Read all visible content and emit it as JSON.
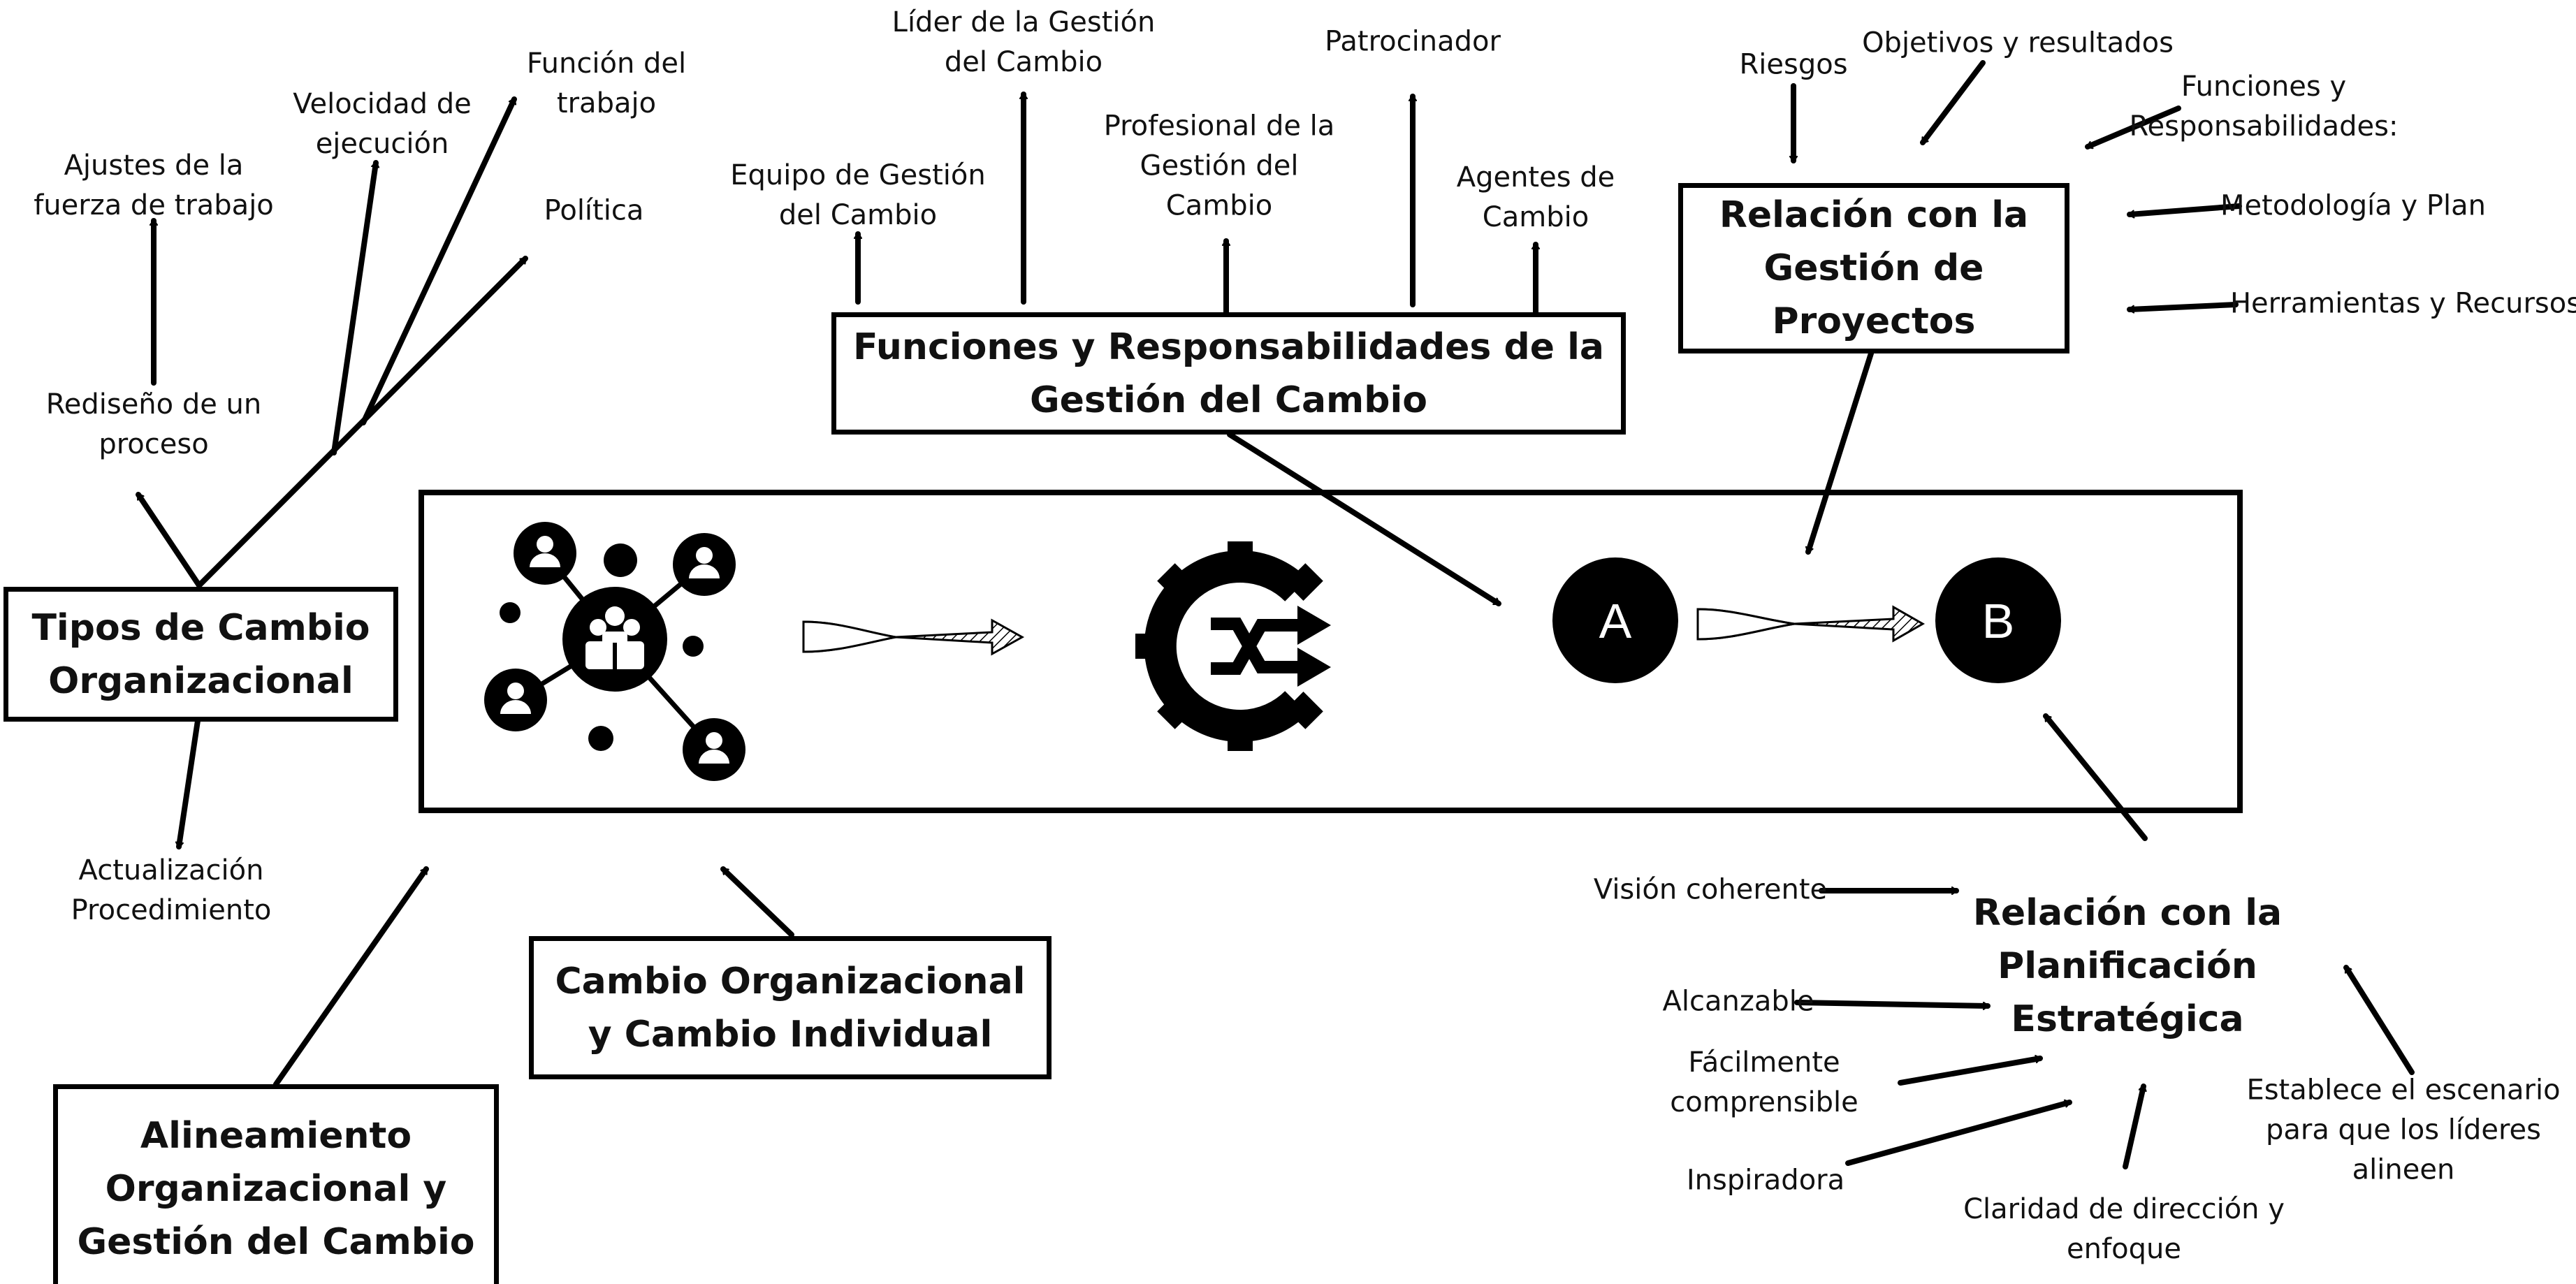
{
  "boxes": {
    "tipos": "Tipos de Cambio\nOrganizacional",
    "funciones": "Funciones y Responsabilidades de la\nGestión del Cambio",
    "proyectos": "Relación con la\nGestión de\nProyectos",
    "individual": "Cambio Organizacional\ny Cambio Individual",
    "alineamiento": "Alineamiento\nOrganizacional y\nGestión del Cambio",
    "planificacion": "Relación con la\nPlanificación\nEstratégica"
  },
  "labels": {
    "ajustes": "Ajustes de la\nfuerza de trabajo",
    "velocidad": "Velocidad de\nejecución",
    "funcion_trabajo": "Función del\ntrabajo",
    "politica": "Política",
    "rediseno": "Rediseño de un\nproceso",
    "actualizacion": "Actualización\nProcedimiento",
    "lider": "Líder de la Gestión\ndel Cambio",
    "equipo": "Equipo de Gestión\ndel Cambio",
    "profesional": "Profesional de la\nGestión del\nCambio",
    "patrocinador": "Patrocinador",
    "agentes": "Agentes de\nCambio",
    "riesgos": "Riesgos",
    "objetivos": "Objetivos y resultados",
    "funciones_resp": "Funciones y\nResponsabilidades:",
    "metodologia": "Metodología y Plan",
    "herramientas": "Herramientas y Recursos",
    "vision": "Visión coherente",
    "alcanzable": "Alcanzable",
    "facilmente": "Fácilmente\ncomprensible",
    "inspiradora": "Inspiradora",
    "claridad": "Claridad de dirección y\nenfoque",
    "establece": "Establece el escenario\npara que los líderes\nalineen"
  },
  "circles": {
    "a": "A",
    "b": "B"
  },
  "icons": [
    "people-network-icon",
    "arrow-icon",
    "change-gear-icon",
    "arrow-icon"
  ],
  "colors": {
    "ink": "#000000",
    "paper": "#ffffff"
  }
}
